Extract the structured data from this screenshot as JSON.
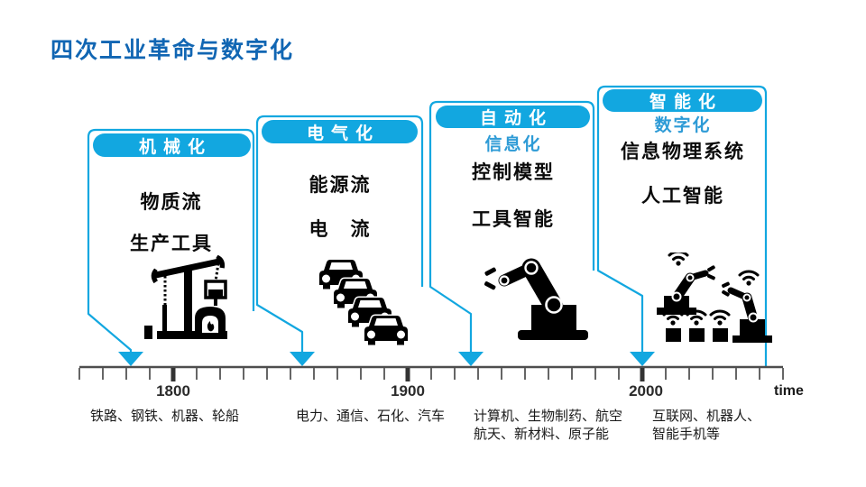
{
  "title": "四次工业革命与数字化",
  "colors": {
    "accent_cyan": "#12A7E0",
    "title_blue": "#1166B3",
    "sub_blue": "#2E9BD6"
  },
  "panels": [
    {
      "banner": "机械化",
      "sub": "",
      "labels": [
        "物质流",
        "生产工具"
      ],
      "icon": "beam-engine"
    },
    {
      "banner": "电气化",
      "sub": "",
      "labels": [
        "能源流",
        "电　流"
      ],
      "icon": "car-queue"
    },
    {
      "banner": "自动化",
      "sub": "信息化",
      "labels": [
        "控制模型",
        "工具智能"
      ],
      "icon": "robot-arm"
    },
    {
      "banner": "智能化",
      "sub": "数字化",
      "labels": [
        "信息物理系统",
        "人工智能"
      ],
      "icon": "iot-robots"
    }
  ],
  "timeline": {
    "ticks": [
      "1800",
      "1900",
      "2000"
    ],
    "axis_label": "time"
  },
  "era_notes": [
    "铁路、钢铁、机器、轮船",
    "电力、通信、石化、汽车",
    "计算机、生物制药、航空\n航天、新材料、原子能",
    "互联网、机器人、\n智能手机等"
  ]
}
